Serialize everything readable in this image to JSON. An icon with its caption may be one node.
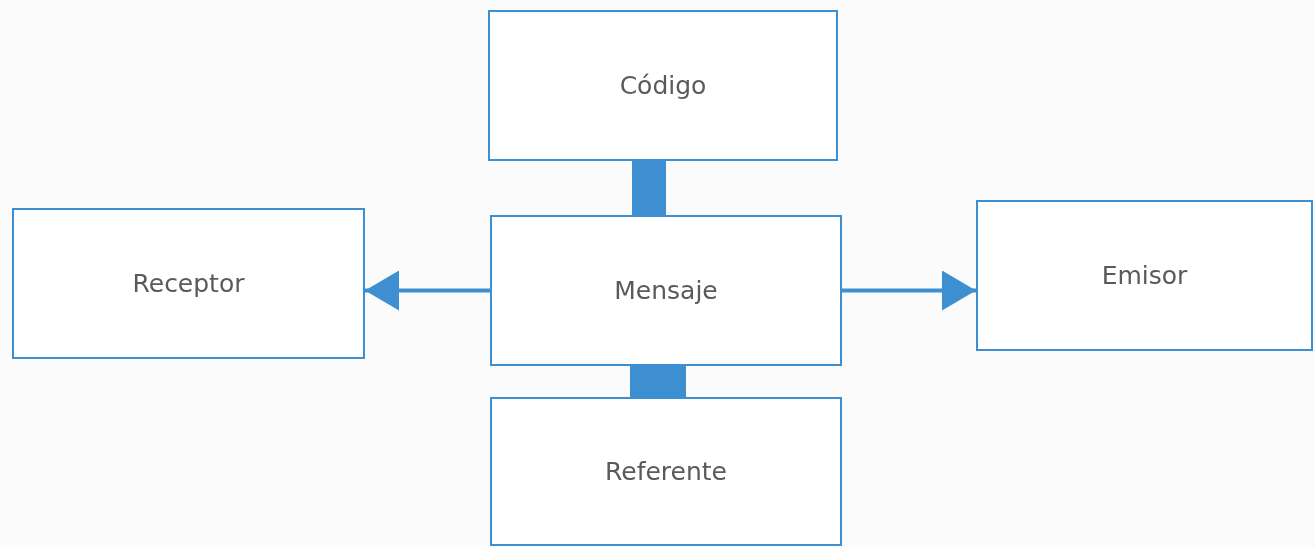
{
  "diagram": {
    "nodes": [
      {
        "text": [
          "Código"
        ]
      },
      {
        "text": [
          "Receptor"
        ]
      },
      {
        "text": [
          "Mensaje"
        ]
      },
      {
        "text": [
          "Emisor"
        ]
      },
      {
        "text": [
          "Referente"
        ]
      }
    ],
    "edges": [
      {
        "from": 2,
        "to": 0,
        "arrow": "none",
        "style": "thick"
      },
      {
        "from": 2,
        "to": 1,
        "arrow": "to"
      },
      {
        "from": 2,
        "to": 3,
        "arrow": "to"
      },
      {
        "from": 2,
        "to": 4,
        "arrow": "none",
        "style": "thick"
      }
    ]
  }
}
